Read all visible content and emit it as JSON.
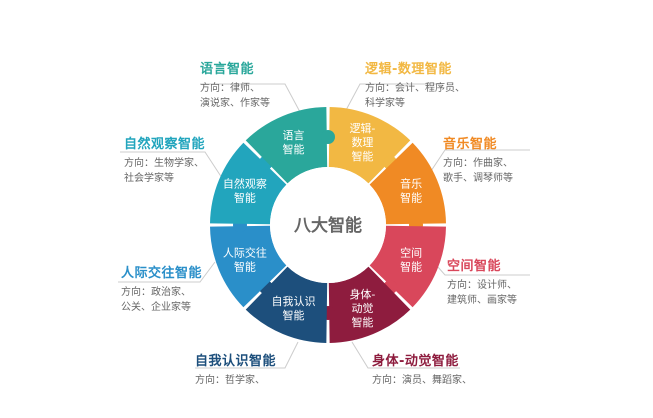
{
  "center_label": "八大智能",
  "segments": [
    {
      "id": "logic",
      "lines": [
        "逻辑-",
        "数理",
        "智能"
      ],
      "color": "#f2b843"
    },
    {
      "id": "music",
      "lines": [
        "音乐",
        "智能"
      ],
      "color": "#f08a24"
    },
    {
      "id": "spatial",
      "lines": [
        "空间",
        "智能"
      ],
      "color": "#d9475b"
    },
    {
      "id": "body",
      "lines": [
        "身体-",
        "动觉",
        "智能"
      ],
      "color": "#8e1c3e"
    },
    {
      "id": "intrapersonal",
      "lines": [
        "自我认识",
        "智能"
      ],
      "color": "#1d4f7c"
    },
    {
      "id": "interpersonal",
      "lines": [
        "人际交往",
        "智能"
      ],
      "color": "#2a8fc9"
    },
    {
      "id": "naturalist",
      "lines": [
        "自然观察",
        "智能"
      ],
      "color": "#22a5bd"
    },
    {
      "id": "linguistic",
      "lines": [
        "语言",
        "智能"
      ],
      "color": "#2aa79b"
    }
  ],
  "labels": {
    "linguistic": {
      "title": "语言智能",
      "desc1": "方向：律师、",
      "desc2": "演说家、作家等",
      "color": "#2aa79b"
    },
    "logic": {
      "title": "逻辑-数理智能",
      "desc1": "方向：会计、程序员、",
      "desc2": "科学家等",
      "color": "#f2b843"
    },
    "naturalist": {
      "title": "自然观察智能",
      "desc1": "方向：生物学家、",
      "desc2": "社会学家等",
      "color": "#22a5bd"
    },
    "music": {
      "title": "音乐智能",
      "desc1": "方向：作曲家、",
      "desc2": "歌手、调琴师等",
      "color": "#f08a24"
    },
    "interpersonal": {
      "title": "人际交往智能",
      "desc1": "方向：政治家、",
      "desc2": "公关、企业家等",
      "color": "#2a8fc9"
    },
    "spatial": {
      "title": "空间智能",
      "desc1": "方向：设计师、",
      "desc2": "建筑师、画家等",
      "color": "#d9475b"
    },
    "intrapersonal": {
      "title": "自我认识智能",
      "desc1": "方向：哲学家、",
      "desc2": "",
      "color": "#1d4f7c"
    },
    "body": {
      "title": "身体-动觉智能",
      "desc1": "方向：演员、舞蹈家、",
      "desc2": "",
      "color": "#8e1c3e"
    }
  }
}
